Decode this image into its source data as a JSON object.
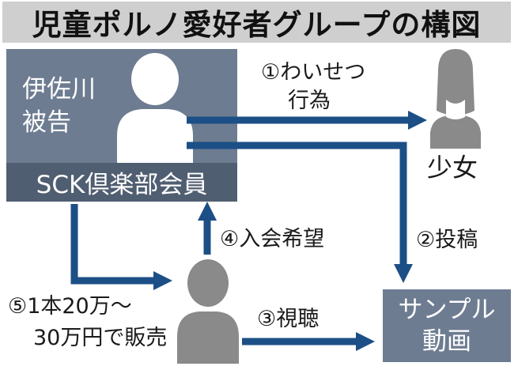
{
  "title": "児童ポルノ愛好者グループの構図",
  "member_box": {
    "defendant_lines": [
      "伊佐川",
      "被告"
    ],
    "caption": "SCK倶楽部会員"
  },
  "girl_label": "少女",
  "sample_box": {
    "lines": [
      "サンプル",
      "動画"
    ]
  },
  "arrows": {
    "lewd_act": [
      "①わいせつ",
      "行為"
    ],
    "post": "②投稿",
    "view": "③視聴",
    "join": "④入会希望",
    "sell": [
      "⑤1本20万～",
      "30万円で販売"
    ]
  },
  "colors": {
    "arrow": "#1c4f86",
    "box": "#6d7c91",
    "box_dark": "#505e71",
    "title_bg": "#cfcfcf",
    "figure_gray": "#8a8a8a",
    "figure_white": "#ffffff"
  }
}
